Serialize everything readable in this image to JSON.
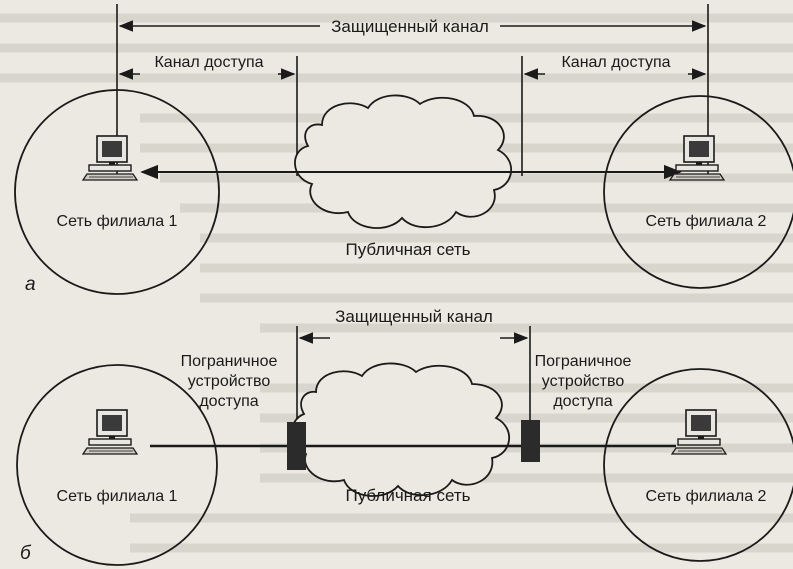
{
  "diagram_a": {
    "secure_channel": "Защищенный канал",
    "access_channel_left": "Канал доступа",
    "access_channel_right": "Канал доступа",
    "branch_left": "Сеть филиала 1",
    "branch_right": "Сеть филиала 2",
    "public_network": "Публичная сеть",
    "letter": "а"
  },
  "diagram_b": {
    "secure_channel": "Защищенный канал",
    "edge_device_left": [
      "Пограничное",
      "устройство",
      "доступа"
    ],
    "edge_device_right": [
      "Пограничное",
      "устройство",
      "доступа"
    ],
    "branch_left": "Сеть филиала 1",
    "branch_right": "Сеть филиала 2",
    "public_network": "Публичная сеть",
    "letter": "б"
  },
  "colors": {
    "paper": "#ece9e2",
    "ink": "#1a1a1a",
    "bleed_through_text": "#b9b5ac",
    "device_block": "#2b2b2b"
  },
  "icons": [
    "computer-icon"
  ]
}
